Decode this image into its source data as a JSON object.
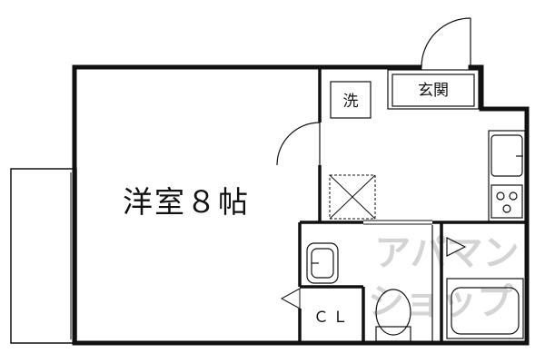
{
  "rooms": {
    "western_room": "洋室８帖",
    "entrance": "玄関",
    "washer": "洗",
    "closet": "ＣＬ"
  },
  "watermark": {
    "line1": "アパマン",
    "line2": "ショップ"
  }
}
